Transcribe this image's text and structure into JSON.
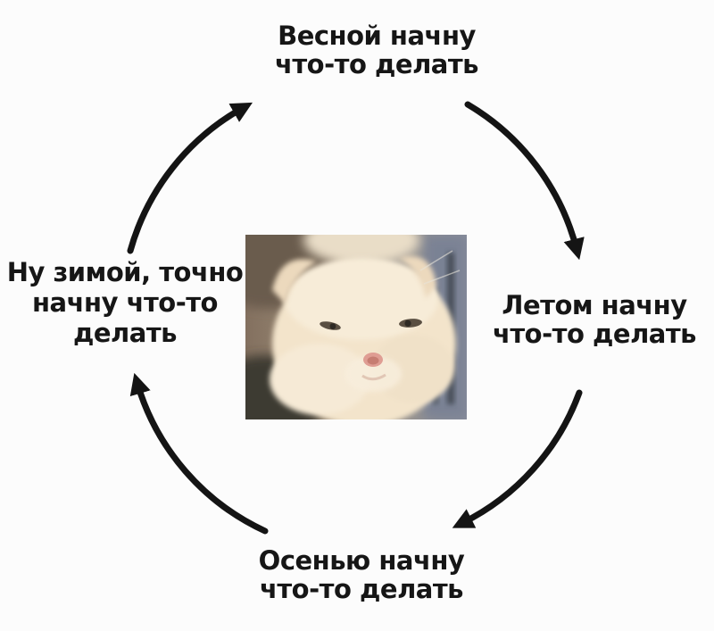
{
  "meme": {
    "background_color": "#fcfcfc",
    "text_color": "#161616",
    "arrow_color": "#141414",
    "nodes": {
      "spring": {
        "line1": "Весной начну",
        "line2": "что-то делать"
      },
      "summer": {
        "line1": "Летом начну",
        "line2": "что-то делать"
      },
      "autumn": {
        "line1": "Осенью начну",
        "line2": "что-то делать"
      },
      "winter": {
        "line1": "Ну зимой, точно",
        "line2": "начну что-то",
        "line3": "делать"
      }
    },
    "center_image": "kitten-photo"
  }
}
